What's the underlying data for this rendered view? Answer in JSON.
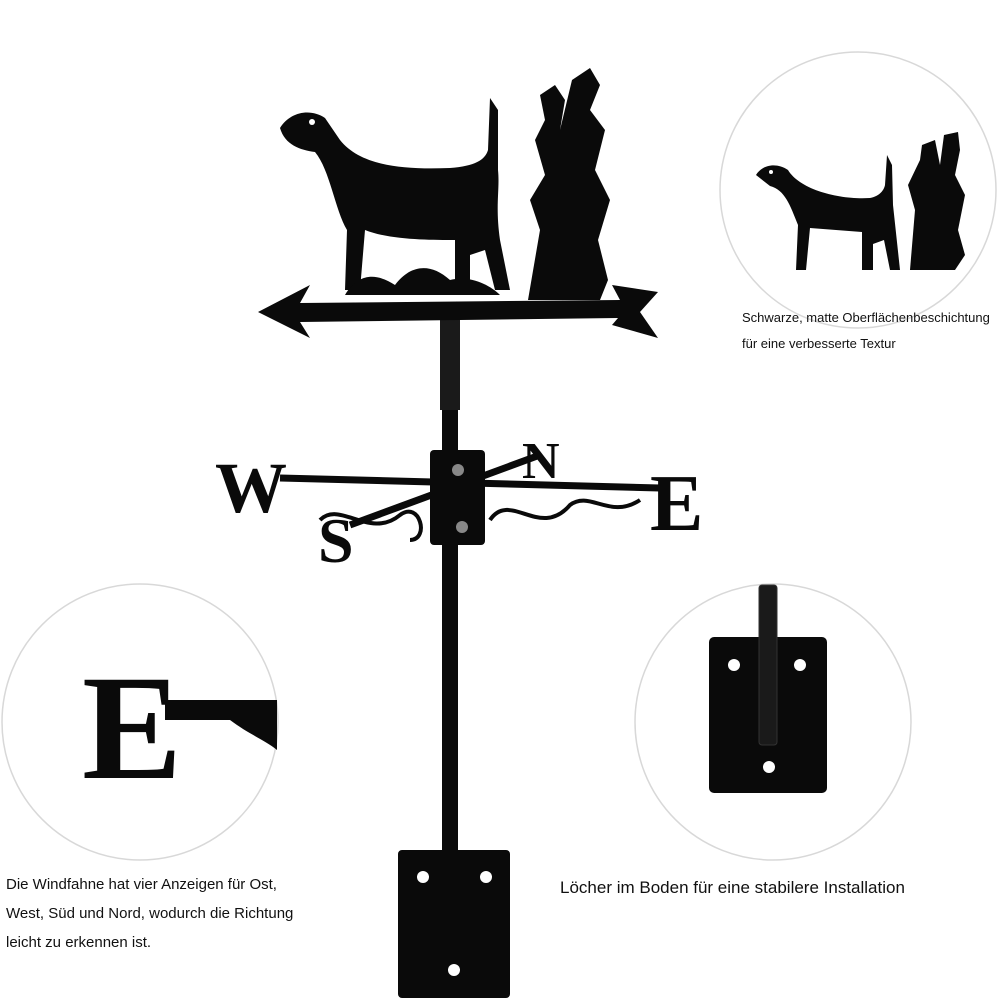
{
  "compass": {
    "west": "W",
    "east": "E",
    "north": "N",
    "south": "S"
  },
  "captions": {
    "surface": [
      "Schwarze, matte Oberflächenbeschichtung",
      "für eine verbesserte Textur"
    ],
    "directions": [
      "Die Windfahne hat vier Anzeigen für Ost,",
      "West, Süd und Nord, wodurch die Richtung",
      "leicht zu erkennen ist."
    ],
    "holes": "Löcher im Boden für eine stabilere Installation"
  },
  "colors": {
    "metal": "#0a0a0a",
    "circle": "#d8d8d8"
  }
}
